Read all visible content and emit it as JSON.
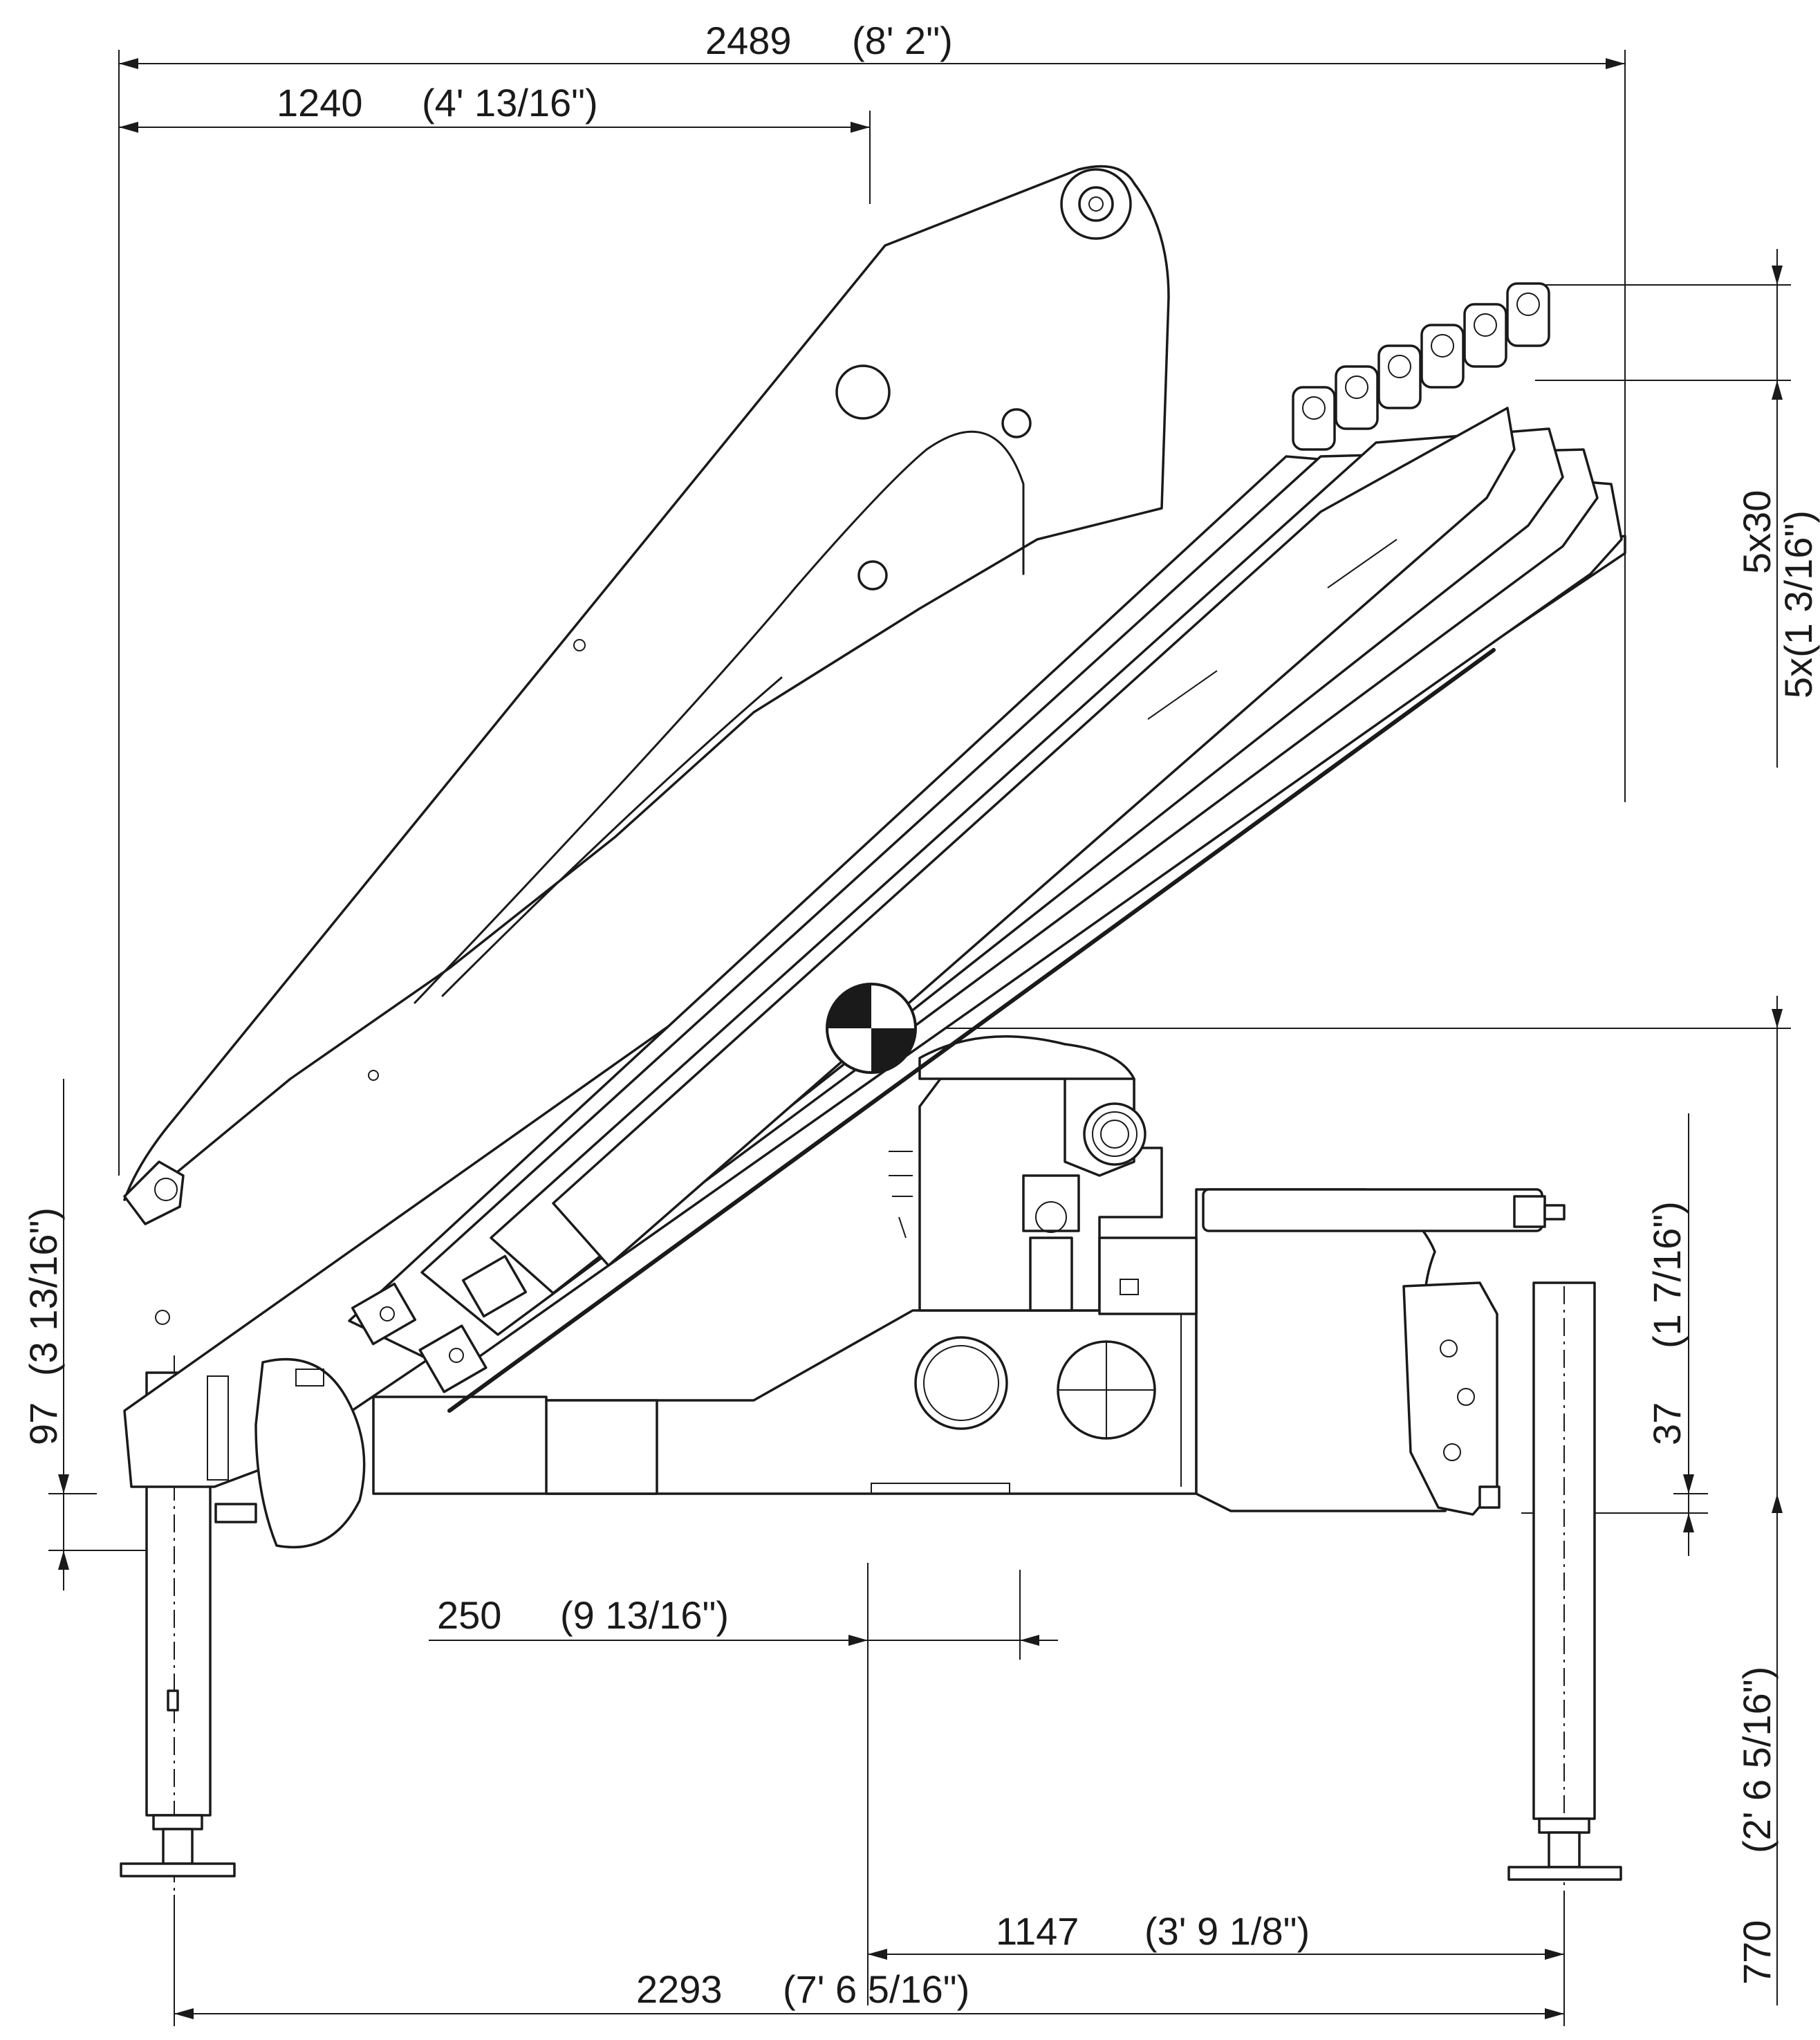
{
  "dimensions": {
    "overall_width": {
      "mm": "2489",
      "imperial": "(8' 2\")"
    },
    "boom_offset": {
      "mm": "1240",
      "imperial": "(4' 13/16\")"
    },
    "extension_step": {
      "mm": "5x30",
      "imperial": "5x(1 3/16\")"
    },
    "left_drop": {
      "mm": "97",
      "imperial": "(3 13/16\")"
    },
    "right_drop": {
      "mm": "37",
      "imperial": "(1 7/16\")"
    },
    "column_offset": {
      "mm": "250",
      "imperial": "(9 13/16\")"
    },
    "base_height": {
      "mm": "770",
      "imperial": "(2' 6 5/16\")"
    },
    "rear_span": {
      "mm": "1147",
      "imperial": "(3' 9 1/8\")"
    },
    "leg_span": {
      "mm": "2293",
      "imperial": "(7' 6 5/16\")"
    }
  }
}
